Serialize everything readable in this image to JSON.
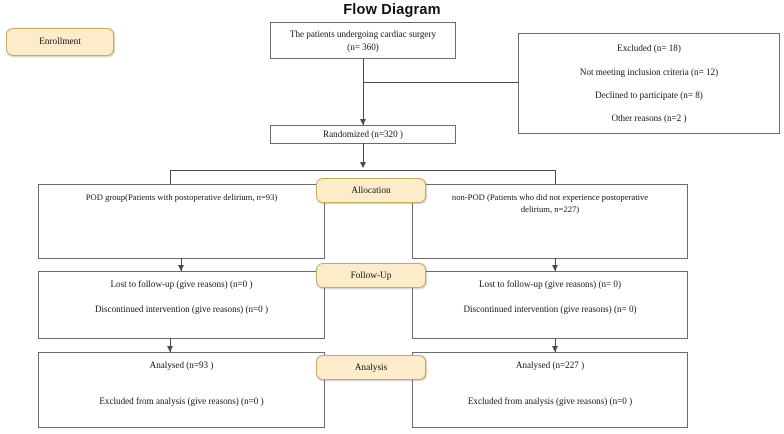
{
  "title": "Flow Diagram",
  "stages": [
    {
      "key": "enrollment",
      "label": "Enrollment"
    },
    {
      "key": "allocation",
      "label": "Allocation"
    },
    {
      "key": "followup",
      "label": "Follow-Up"
    },
    {
      "key": "analysis",
      "label": "Analysis"
    }
  ],
  "nodes": {
    "assessed": {
      "lines": [
        "The patients  undergoing  cardiac  surgery",
        "(n= 360)"
      ]
    },
    "excluded": {
      "lines": [
        "Excluded  (n= 18)",
        "Not meeting  inclusion  criteria (n= 12)",
        "Declined  to participate  (n= 8)",
        "Other reasons (n=2 )"
      ]
    },
    "randomized": {
      "lines": [
        "Randomized  (n=320 )"
      ]
    },
    "pod_group": {
      "lines": [
        "POD group(Patients  with  postoperative  delirium,  n=93)"
      ]
    },
    "nonpod_group": {
      "lines": [
        "non-POD (Patients  who did not experience  postoperative",
        "delirium,  n=227)"
      ]
    },
    "followup_left": {
      "lines": [
        "Lost to follow-up  (give  reasons) (n=0 )",
        "Discontinued  intervention  (give  reasons) (n=0 )"
      ]
    },
    "followup_right": {
      "lines": [
        "Lost to follow-up  (give  reasons) (n= 0)",
        "Discontinued  intervention  (give  reasons) (n= 0)"
      ]
    },
    "analysis_left": {
      "lines": [
        "Analysed  (n=93 )",
        "Excluded  from analysis (give  reasons) (n=0 )"
      ]
    },
    "analysis_right": {
      "lines": [
        "Analysed  (n=227 )",
        "Excluded  from analysis  (give  reasons) (n=0 )"
      ]
    }
  },
  "colors": {
    "pill_fill": "#fcecc9",
    "pill_border": "#c9a96b",
    "box_border": "#6b6b6b",
    "connector": "#4a4a4a",
    "text": "#141414",
    "background": "#ffffff"
  }
}
